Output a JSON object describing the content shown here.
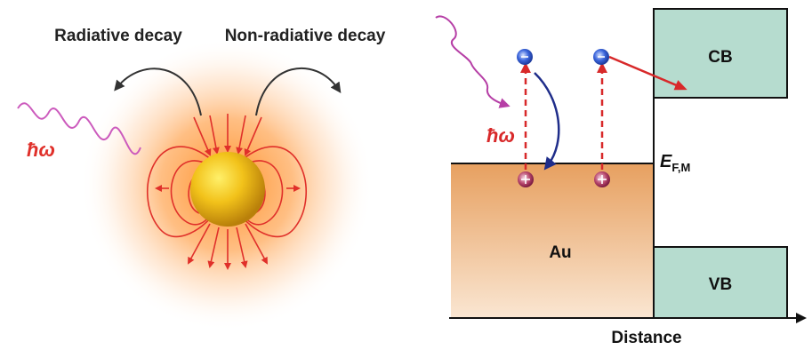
{
  "left_panel": {
    "radiative_label": "Radiative decay",
    "nonradiative_label": "Non-radiative decay",
    "photon_label": "ħω"
  },
  "right_panel": {
    "photon_label": "ħω",
    "metal_label": "Au",
    "conduction_band_label": "CB",
    "valence_band_label": "VB",
    "fermi_label_main": "E",
    "fermi_label_sub": "F,M",
    "x_axis_label": "Distance"
  },
  "colors": {
    "photon_magenta": "#cc5bbd",
    "field_lines": "#e0302a",
    "decay_arrows": "#333333",
    "metal_fill": "#e6b580",
    "band_fill": "#b6dccf",
    "electron": "#2f55c8",
    "hole": "#a4275a",
    "transfer_arrow": "#d8292a",
    "relaxation_arrow": "#1f2d8a"
  }
}
